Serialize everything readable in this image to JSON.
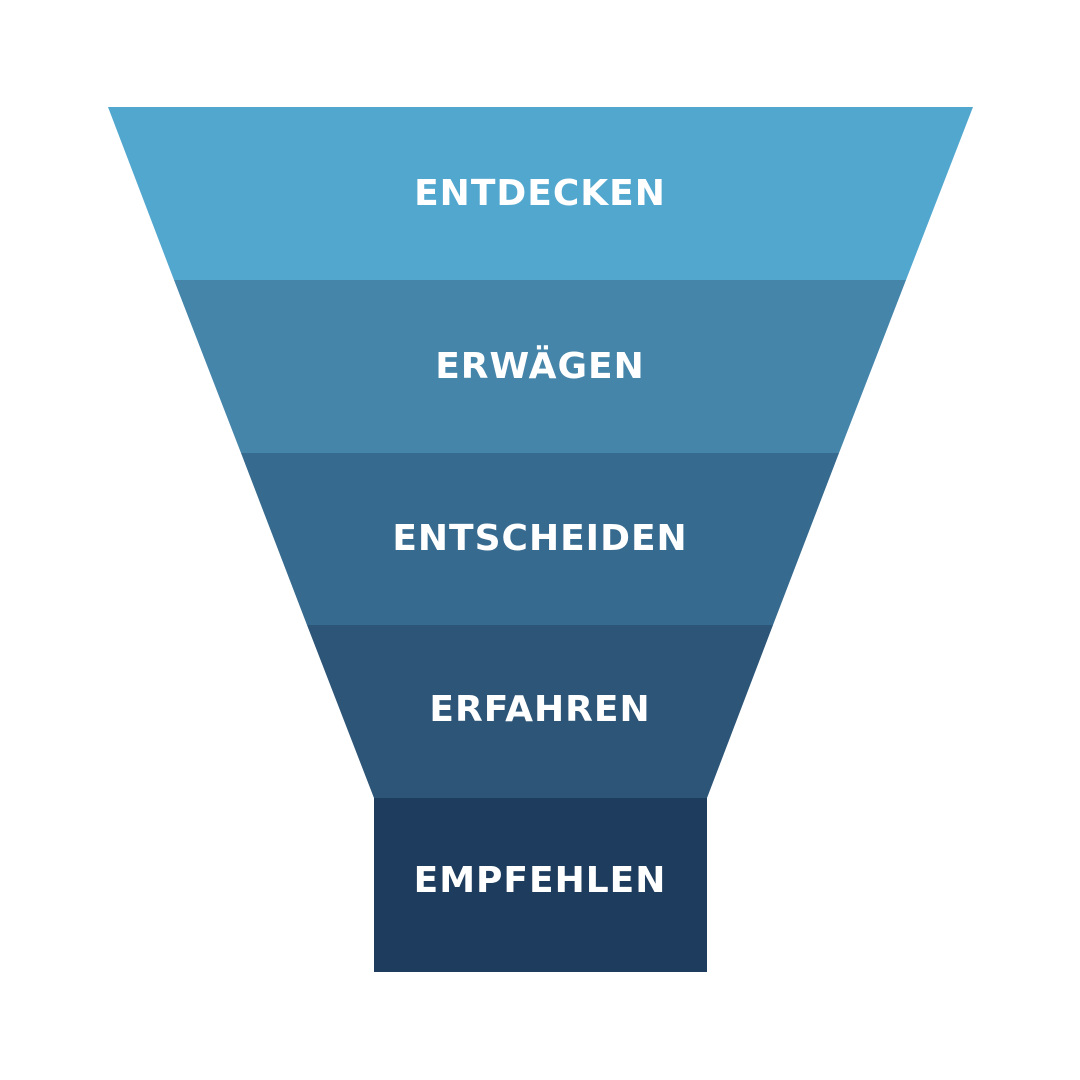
{
  "funnel": {
    "stages": [
      {
        "label": "ENTDECKEN",
        "color": "#52a7cf"
      },
      {
        "label": "ERWÄGEN",
        "color": "#4585aa"
      },
      {
        "label": "ENTSCHEIDEN",
        "color": "#366a8e"
      },
      {
        "label": "ERFAHREN",
        "color": "#2c5577"
      },
      {
        "label": "EMPFEHLEN",
        "color": "#1e3c5d"
      }
    ]
  }
}
